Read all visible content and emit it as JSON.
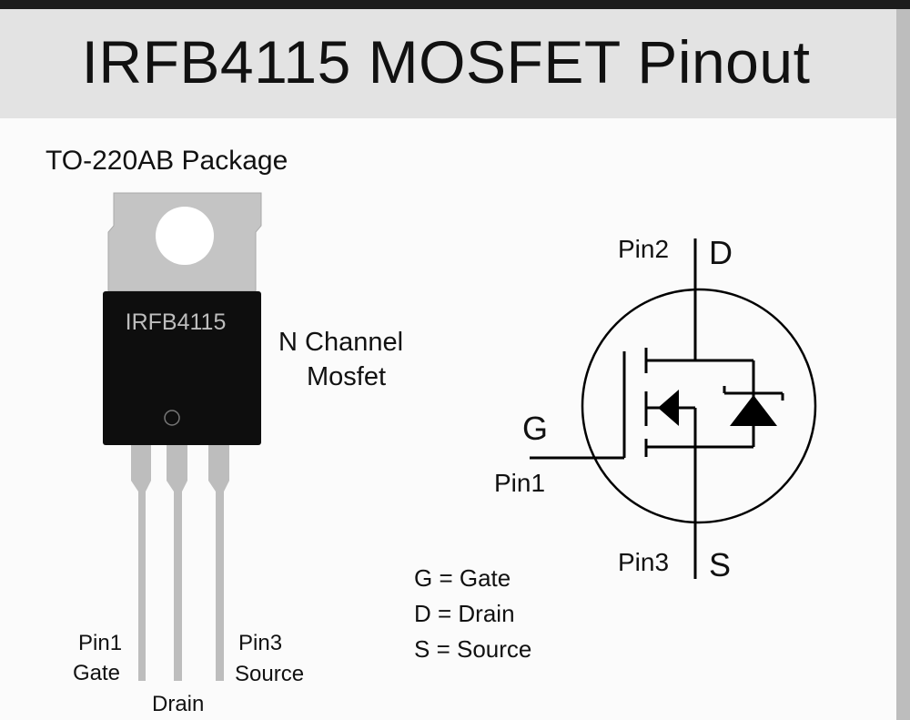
{
  "title": "IRFB4115 MOSFET Pinout",
  "package_label": "TO-220AB Package",
  "part_marking": "IRFB4115",
  "channel_label": [
    "N Channel",
    "Mosfet"
  ],
  "leg_labels": {
    "pin1_num": "Pin1",
    "pin1_name": "Gate",
    "drain": "Drain",
    "pin3_num": "Pin3",
    "pin3_name": "Source"
  },
  "symbol_labels": {
    "pin2": "Pin2",
    "drain_letter": "D",
    "gate_letter": "G",
    "pin1": "Pin1",
    "pin3": "Pin3",
    "source_letter": "S"
  },
  "legend": [
    "G = Gate",
    "D = Drain",
    "S = Source"
  ],
  "colors": {
    "body": "#0e0e0e",
    "tab": "#c4c4c4",
    "leads": "#bdbdbd",
    "title_band": "#e3e3e3"
  }
}
